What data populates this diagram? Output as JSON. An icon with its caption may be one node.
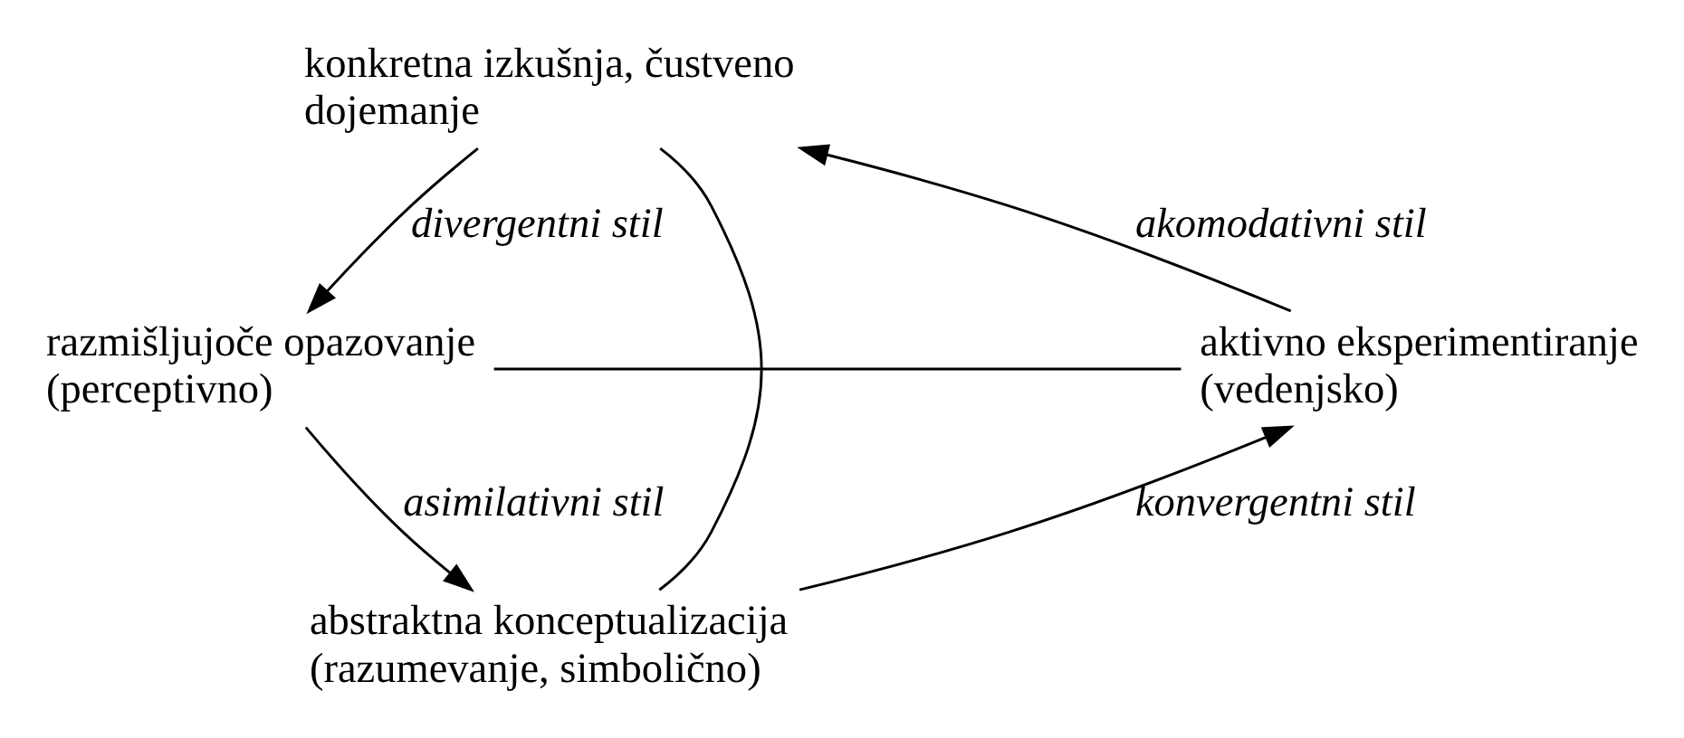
{
  "diagram": {
    "nodes": [
      {
        "text": [
          "konkretna izkušnja, čustveno dojemanje"
        ]
      },
      {
        "text": [
          "aktivno eksperimentiranje (vedenjsko)"
        ]
      },
      {
        "text": [
          "razmišljujoče opazovanje (perceptivno)"
        ]
      },
      {
        "text": [
          "abstraktna konceptualizacija (razumevanje, simbolično)"
        ]
      }
    ],
    "edges": [
      {
        "from": 0,
        "to": 2,
        "arrow": "to",
        "label": "divergentni stil"
      },
      {
        "from": 2,
        "to": 3,
        "arrow": "to",
        "label": "asimilativni stil"
      },
      {
        "from": 3,
        "to": 1,
        "arrow": "to",
        "label": "konvergentni stil"
      },
      {
        "from": 1,
        "to": 0,
        "arrow": "to",
        "label": "akomodativni stil"
      },
      {
        "from": 0,
        "to": 3,
        "arrow": "none"
      },
      {
        "from": 1,
        "to": 2,
        "arrow": "none"
      }
    ]
  }
}
